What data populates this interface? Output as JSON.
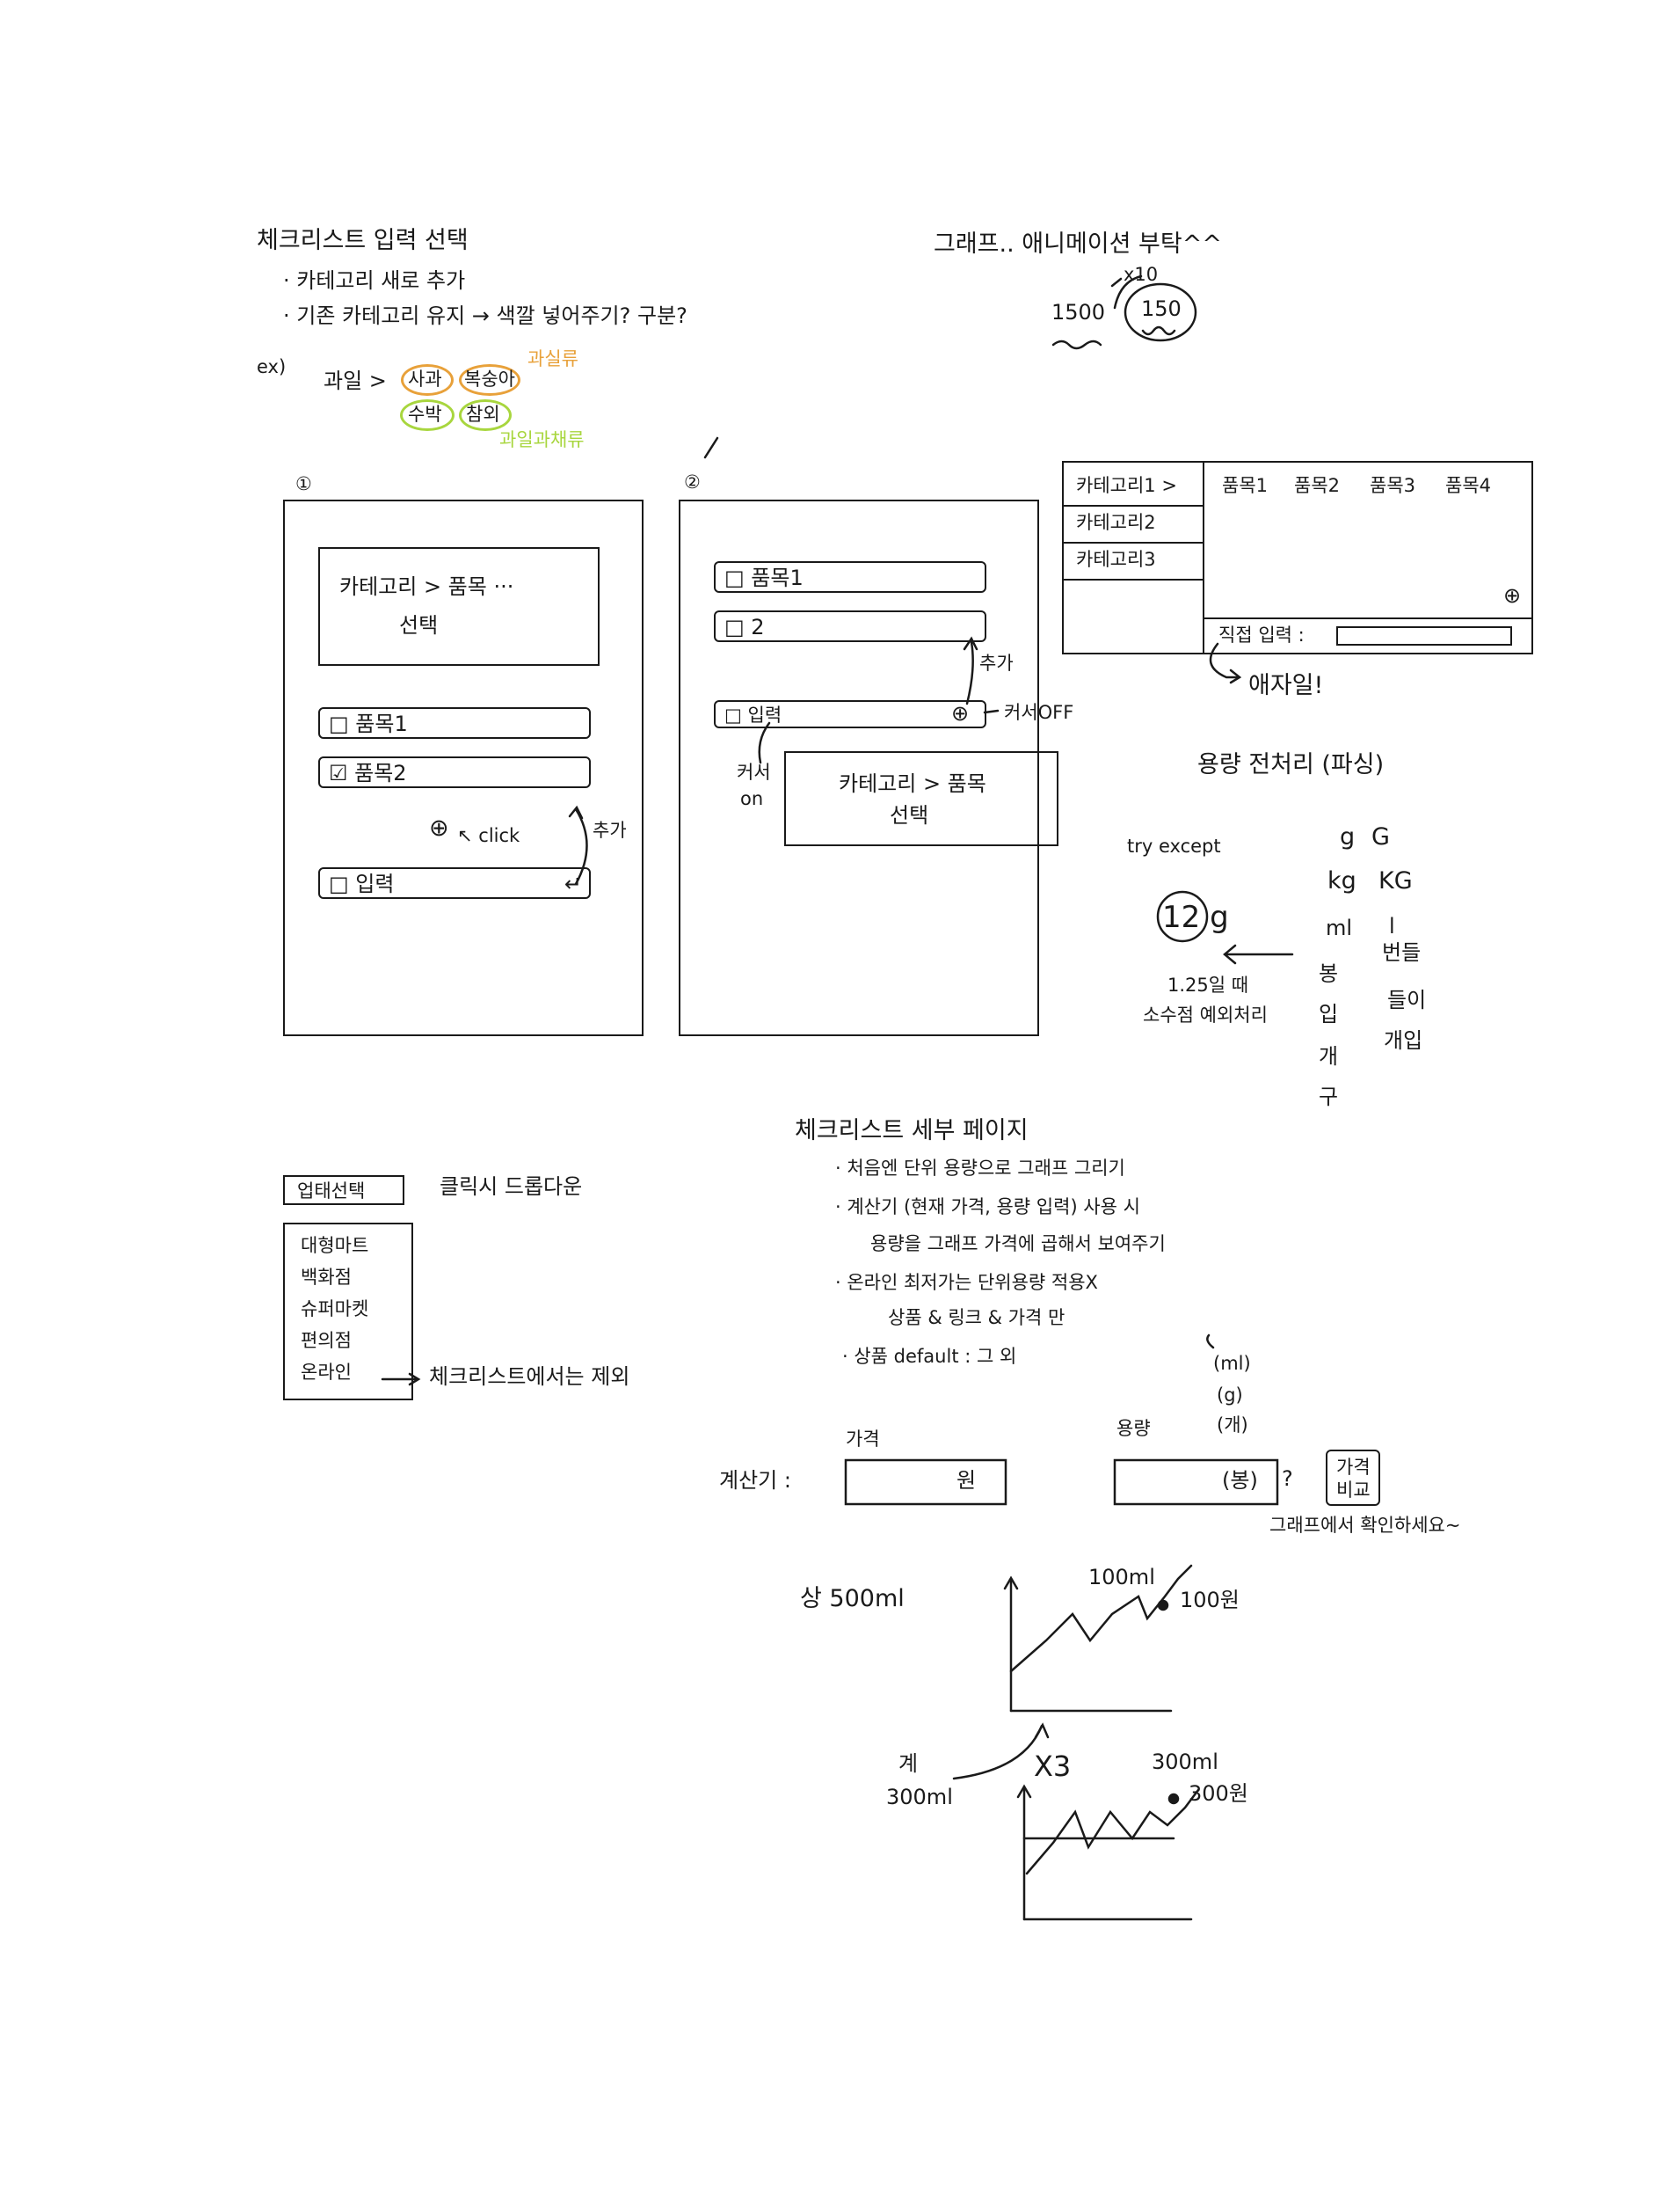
{
  "colors": {
    "ink": "#1a1a1a",
    "orange": "#e8a13a",
    "green": "#a8d63e"
  },
  "top_left": {
    "title": "체크리스트 입력 선택",
    "bullet1": "· 카테고리 새로 추가",
    "bullet2": "· 기존 카테고리 유지 → 색깔 넣어주기? 구분?",
    "ex_label": "ex)",
    "fruit_label": "과일 >",
    "items": [
      "사과",
      "복숭아",
      "수박",
      "참외"
    ],
    "orange_group": "과실류",
    "green_group": "과일과채류"
  },
  "top_right": {
    "title": "그래프.. 애니메이션 부탁^^",
    "x10": "x10",
    "num_1500": "1500",
    "num_150": "150"
  },
  "mock1": {
    "number": "①",
    "category_box_line1": "카테고리 > 품목 ···",
    "category_box_line2": "선택",
    "item1": "□ 품목1",
    "item2": "☑ 품목2",
    "plus": "⊕",
    "click": "↖ click",
    "add": "추가",
    "input": "□ 입력",
    "enter": "↵"
  },
  "mock2": {
    "number": "②",
    "item1": "□ 품목1",
    "item2": "□ 2",
    "input": "□ 입력",
    "plus": "⊕",
    "add": "추가",
    "cursor_off": "커서OFF",
    "cursor_on": [
      "커서",
      "on"
    ],
    "cat_line1": "카테고리 > 품목",
    "cat_line2": "선택"
  },
  "mock3": {
    "categories": [
      "카테고리1 >",
      "카테고리2",
      "카테고리3"
    ],
    "products": [
      "품목1",
      "품목2",
      "품목3",
      "품목4"
    ],
    "plus": "⊕",
    "direct_input": "직접 입력 :",
    "ambiguous": "애자일!"
  },
  "capacity": {
    "title": "용량 전처리 (파싱)",
    "try_except": "try except",
    "sample": "12 g",
    "note_line1": "1.25일 때",
    "note_line2": "소수점 예외처리",
    "units_col1": [
      "g",
      "kg",
      "ml",
      "봉",
      "입",
      "개",
      "구"
    ],
    "units_col2": [
      "G",
      "KG",
      "l",
      "번들",
      "들이",
      "개입"
    ]
  },
  "store": {
    "label": "업태선택",
    "dropdown_note": "클릭시 드롭다운",
    "options": [
      "대형마트",
      "백화점",
      "슈퍼마켓",
      "편의점",
      "온라인"
    ],
    "exclude_note": "체크리스트에서는 제외"
  },
  "detail": {
    "title": "체크리스트 세부 페이지",
    "bullets": [
      "· 처음엔 단위 용량으로 그래프 그리기",
      "· 계산기 (현재 가격, 용량 입력) 사용 시",
      "용량을 그래프 가격에 곱해서 보여주기",
      "· 온라인 최저가는 단위용량 적용X",
      "상품 & 링크 & 가격 만",
      "· 상품 default : 그 외"
    ]
  },
  "calculator": {
    "label": "계산기 :",
    "price_label": "가격",
    "won": "원",
    "capacity_label": "용량",
    "unit_opts": [
      "(ml)",
      "(g)",
      "(개)"
    ],
    "unit_box": "(봉)",
    "question": "?",
    "compare_line1": "가격",
    "compare_line2": "비교",
    "graph_note": "그래프에서 확인하세요~"
  },
  "graphs": {
    "g1_label": "상 500ml",
    "g1_peak": "100ml",
    "g1_price": "100원",
    "g2_label_line1": "계",
    "g2_label_line2": "300ml",
    "g2_multiplier": "X3",
    "g2_peak": "300ml",
    "g2_price": "300원"
  }
}
